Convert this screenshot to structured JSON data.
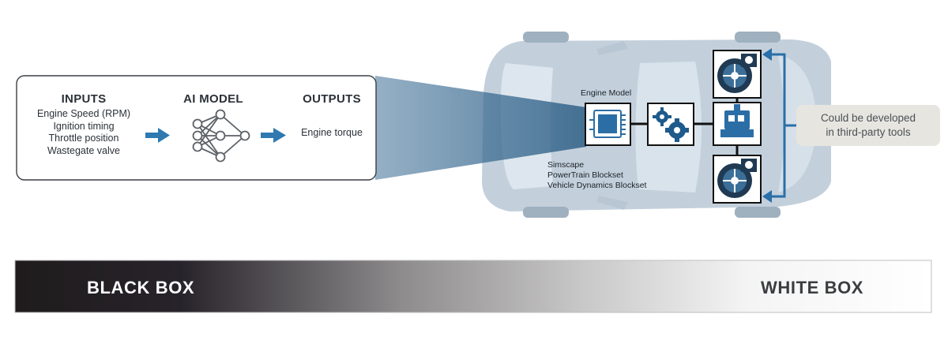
{
  "model_box": {
    "inputs": {
      "heading": "INPUTS",
      "items": [
        "Engine Speed (RPM)",
        "Ignition timing",
        "Throttle position",
        "Wastegate valve"
      ]
    },
    "ai_model": {
      "heading": "AI MODEL"
    },
    "outputs": {
      "heading": "OUTPUTS",
      "items": [
        "Engine torque"
      ]
    }
  },
  "vehicle": {
    "engine_model_label": "Engine Model",
    "tools": [
      "Simscape",
      "PowerTrain Blockset",
      "Vehicle Dynamics Blockset"
    ]
  },
  "third_party": {
    "lines": [
      "Could be developed",
      "in third-party tools"
    ]
  },
  "spectrum": {
    "left_label": "BLACK BOX",
    "right_label": "WHITE BOX"
  },
  "colors": {
    "arrow_blue": "#2f79b0",
    "bracket_blue": "#2a6fa8",
    "projection_blue": "#2e5f86",
    "car_body": "#c3d0dc",
    "car_glass": "#dde6ee",
    "callout_bg": "#e7e5df",
    "gradient_dark": "#1f1c1d",
    "gradient_light": "#ffffff"
  }
}
